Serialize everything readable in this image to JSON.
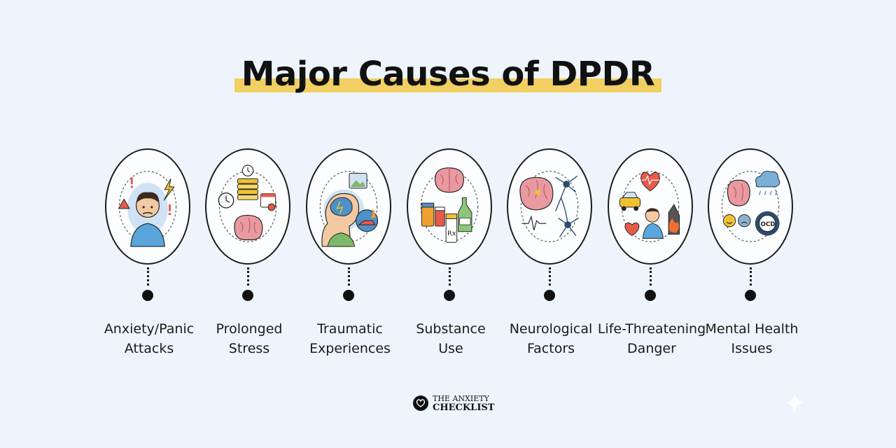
{
  "title": "Major Causes of DPDR",
  "causes": [
    {
      "line1": "Anxiety/Panic",
      "line2": "Attacks",
      "icon": "anxious-person-icon"
    },
    {
      "line1": "Prolonged",
      "line2": "Stress",
      "icon": "stressed-brain-clock-icon"
    },
    {
      "line1": "Traumatic",
      "line2": "Experiences",
      "icon": "trauma-memory-icon"
    },
    {
      "line1": "Substance",
      "line2": "Use",
      "icon": "medication-bottles-icon"
    },
    {
      "line1": "Neurological",
      "line2": "Factors",
      "icon": "brain-neurons-icon"
    },
    {
      "line1": "Life-Threatening",
      "line2": "Danger",
      "icon": "danger-heart-icon"
    },
    {
      "line1": "Mental Health",
      "line2": "Issues",
      "icon": "mental-health-ocd-icon"
    }
  ],
  "brand": {
    "line1": "THE ANXIETY",
    "line2": "CHECKLIST"
  },
  "colors": {
    "highlight": "#f1cf63",
    "background": "#eef4fb",
    "accent_blue": "#bcd8ee",
    "brain_pink": "#e89aa0"
  }
}
